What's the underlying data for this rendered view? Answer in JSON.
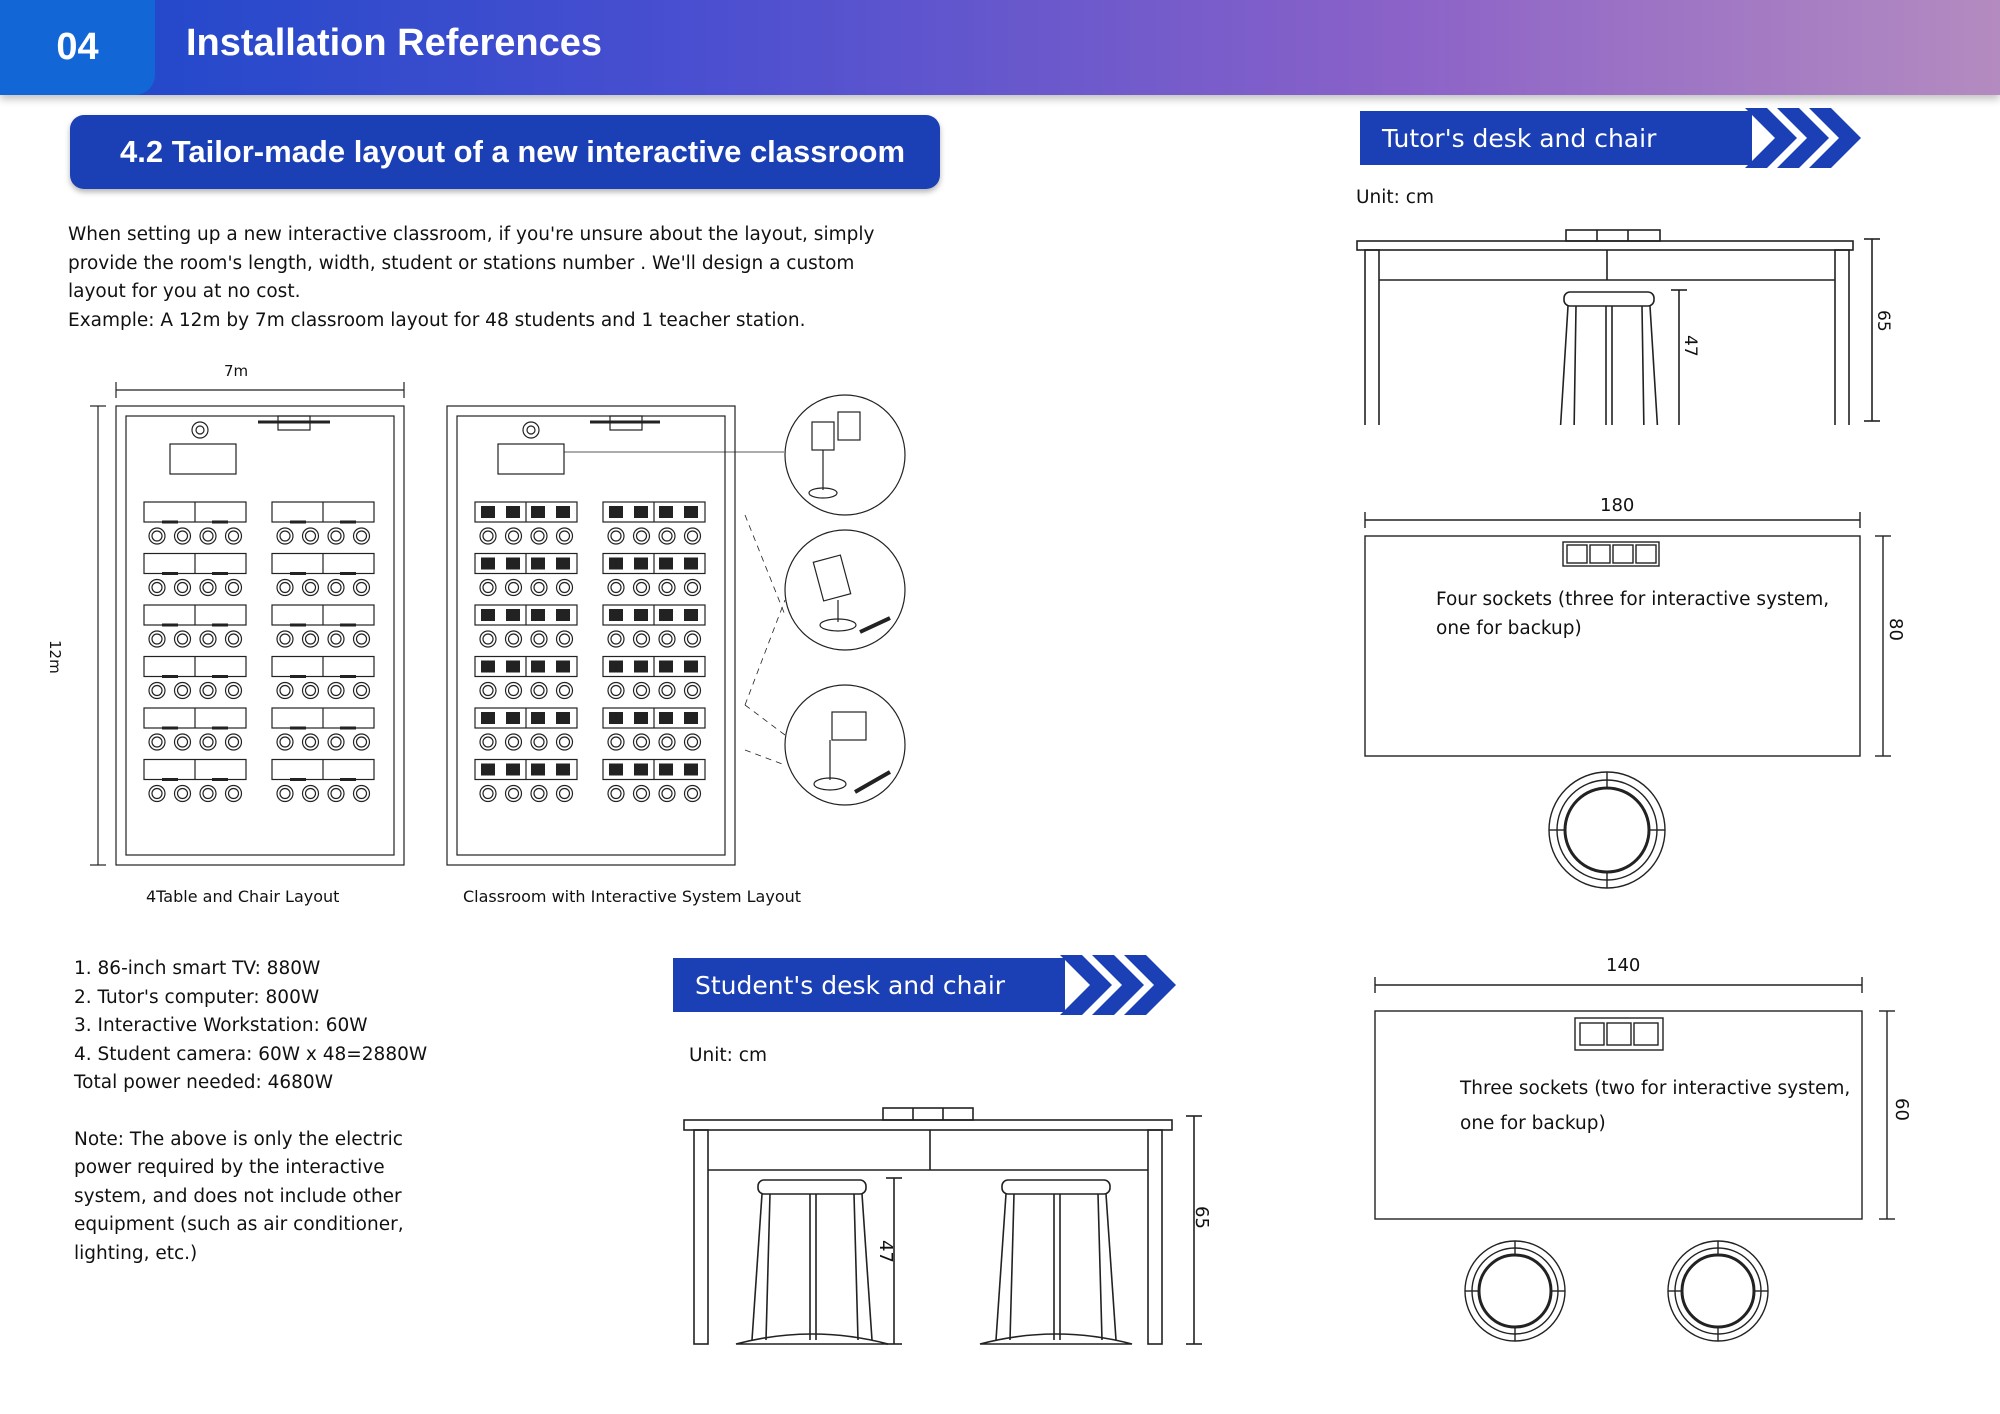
{
  "header": {
    "chapter": "04",
    "title": "Installation References"
  },
  "section": {
    "title": "4.2 Tailor-made layout of a new interactive classroom"
  },
  "intro": [
    "When setting up a new interactive classroom, if you're unsure about the layout, simply",
    "provide the room's length, width, student or stations number . We'll design a custom",
    "layout for you at no cost.",
    "Example: A 12m by 7m classroom layout for 48 students and 1 teacher station."
  ],
  "floorplans": {
    "width_label": "7m",
    "length_label": "12m",
    "caption_left": "4Table and Chair Layout",
    "caption_right": "Classroom with Interactive System Layout"
  },
  "power": {
    "items": [
      "1. 86-inch smart TV: 880W",
      "2. Tutor's computer: 800W",
      "3. Interactive Workstation: 60W",
      "4. Student camera: 60W x 48=2880W",
      "Total power needed: 4680W"
    ],
    "note": [
      "Note: The above is only the electric",
      "power required by the interactive",
      "system, and does not include other",
      "equipment (such as air conditioner,",
      "lighting, etc.)"
    ]
  },
  "student": {
    "banner": "Student's desk and chair",
    "unit": "Unit: cm",
    "height": "65",
    "chair_height": "47"
  },
  "tutor": {
    "banner": "Tutor's desk and chair",
    "unit": "Unit: cm",
    "height": "65",
    "chair_height": "47",
    "top_width": "180",
    "top_depth": "80",
    "top_note": [
      "Four sockets (three for interactive system,",
      "one for backup)"
    ]
  },
  "student_top": {
    "width": "140",
    "depth": "60",
    "note": [
      "Three sockets (two for interactive system,",
      "one for backup)"
    ]
  },
  "colors": {
    "brand_blue": "#1b3fb5",
    "chapter_blue": "#1266d6",
    "header_end": "#b48bc0"
  }
}
